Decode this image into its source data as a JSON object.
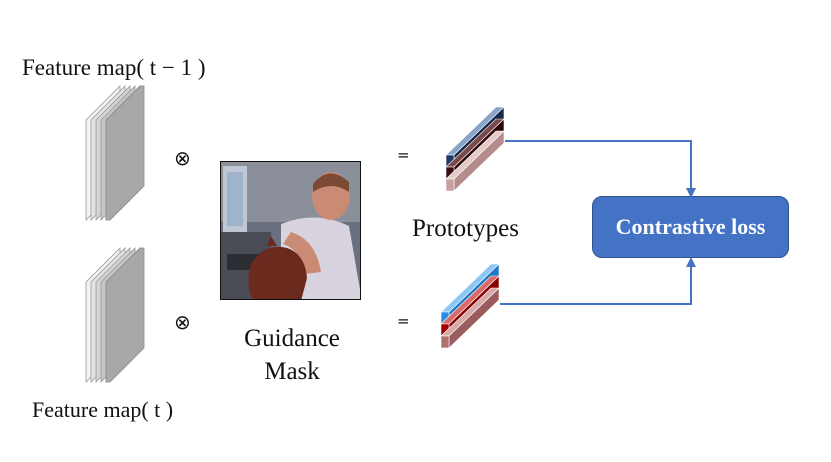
{
  "feature_map_prev": {
    "label": "Feature map( t − 1 )"
  },
  "feature_map_curr": {
    "label": "Feature map( t )"
  },
  "operators": {
    "multiply": "⊗",
    "equals": "="
  },
  "guidance_mask": {
    "title_line1": "Guidance",
    "title_line2": "Mask"
  },
  "prototypes": {
    "label": "Prototypes"
  },
  "loss": {
    "label": "Contrastive loss"
  },
  "colors": {
    "loss_box": "#4472c4",
    "arrow": "#4472c4",
    "proto_prev": [
      "#1f3864",
      "#3b0a0a",
      "#c9a0a0"
    ],
    "proto_curr": [
      "#2e8ce0",
      "#a00000",
      "#b07070"
    ],
    "feature_map": "#bfbfbf"
  }
}
